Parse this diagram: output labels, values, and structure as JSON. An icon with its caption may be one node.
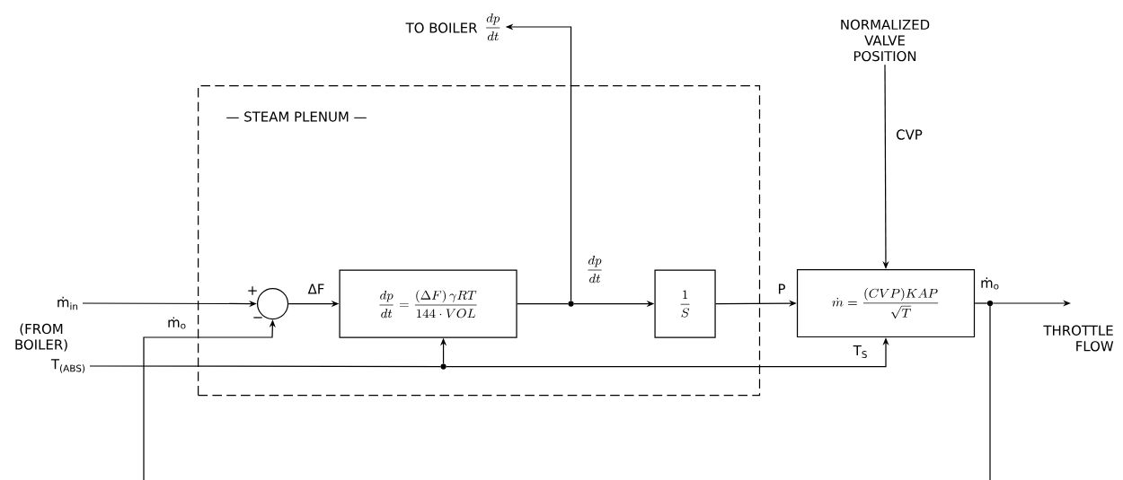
{
  "diagram": {
    "nodes": [
      {
        "text": [
          "— STEAM PLENUM —"
        ]
      },
      {
        "text": [],
        "shape": "circle",
        "in": 0
      },
      {
        "text": [
          "\\frac{dp}{dt} = \\frac{(\\Delta F)\\,\\gamma RT}{144\\cdot VOL}"
        ],
        "in": 0
      },
      {
        "text": [
          "\\frac{1}{S}"
        ],
        "in": 0
      },
      {
        "text": [
          "\\dot{m} = \\frac{(CVP)KAP}{\\sqrt{T}}"
        ]
      },
      {
        "text": [
          "ṁ$_{in}$"
        ],
        "beside": [
          "(FROM BOILER)"
        ]
      },
      {
        "text": [
          "TO BOILER",
          "\\frac{dp}{dt}"
        ]
      },
      {
        "text": [
          "NORMALIZED VALVE POSITION"
        ]
      },
      {
        "text": [
          "T$_{(ABS)}$"
        ]
      },
      {
        "text": [],
        "shape": "circle",
        "in": 0
      },
      {
        "text": [],
        "shape": "circle",
        "in": 0
      },
      {
        "text": [],
        "shape": "circle"
      }
    ],
    "edges": [
      {
        "from": 5,
        "to": 1,
        "arrow": "to"
      },
      {
        "from": null,
        "to": 1,
        "arrow": "to",
        "label": "ṁ$_{o}$"
      },
      {
        "from": 1,
        "to": 2,
        "arrow": "to",
        "label": "ΔF"
      },
      {
        "from": 2,
        "to": 9,
        "arrow": "none"
      },
      {
        "from": 9,
        "to": 6,
        "arrow": "to"
      },
      {
        "from": 9,
        "to": 3,
        "arrow": "to",
        "label": "\\frac{dp}{dt}"
      },
      {
        "from": 3,
        "to": 4,
        "arrow": "to",
        "label": "P"
      },
      {
        "from": 7,
        "to": 4,
        "arrow": "to",
        "label": "CVP"
      },
      {
        "from": 4,
        "to": 11,
        "arrow": "none"
      },
      {
        "from": 11,
        "to": null,
        "arrow": "to",
        "label": "ṁ$_{o}$"
      },
      {
        "from": 11,
        "to": null,
        "arrow": "none"
      },
      {
        "from": 8,
        "to": 10,
        "arrow": "none"
      },
      {
        "from": 10,
        "to": 2,
        "arrow": "to"
      },
      {
        "from": 10,
        "to": 4,
        "arrow": "to",
        "label": "T$_{S}$"
      }
    ],
    "labels": [
      "+",
      "−",
      "THROTTLE FLOW"
    ]
  }
}
